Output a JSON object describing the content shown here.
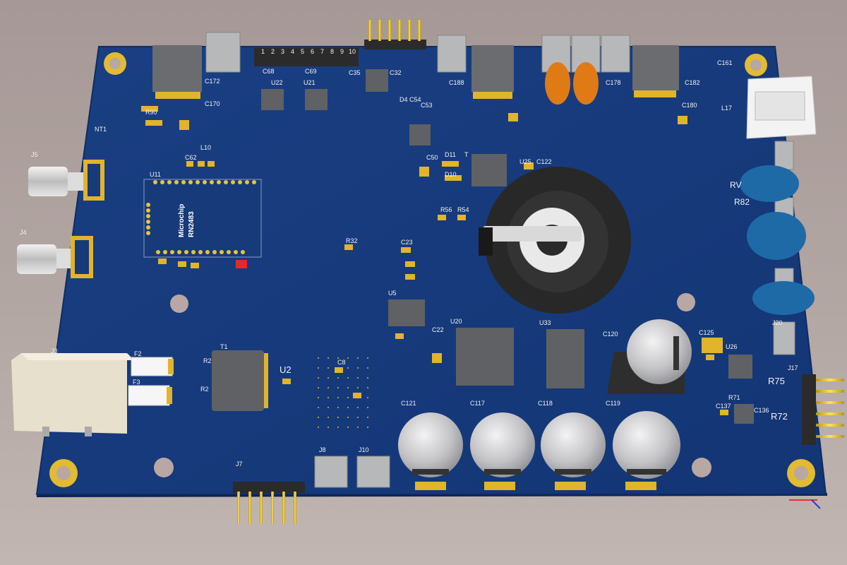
{
  "scene": {
    "colors": {
      "board": "#173a7a",
      "board_edge": "#0e2c62",
      "gold": "#e0b62a",
      "ic": "#5f6164",
      "cap_body": "#c9c9cb",
      "cap_band": "#333333",
      "connector_white": "#e8e2cf",
      "inductor_orange": "#e07a14",
      "varistor_blue": "#1e6aa6",
      "coin_holder": "#2a2a2a"
    }
  },
  "labels": {
    "nt1": "NT1",
    "j5": "J5",
    "j4": "J4",
    "u11": "U11",
    "module_line1": "Microchip",
    "module_line2": "RN2483",
    "l10": "L10",
    "c62": "C62",
    "c68": "C68",
    "c69": "C69",
    "c35": "C35",
    "c32": "C32",
    "c50": "C50",
    "c54": "C54",
    "c53": "C53",
    "d4": "D4",
    "d11": "D11",
    "d10": "D10",
    "t1_top": "T",
    "u25": "U25",
    "c122": "C122",
    "u22": "U22",
    "u21": "U21",
    "c170": "C170",
    "c172": "C172",
    "r90": "R90",
    "c188": "C188",
    "c178": "C178",
    "c180": "C180",
    "c182": "C182",
    "c161": "C161",
    "l17": "L17",
    "r56": "R56",
    "r54": "R54",
    "r32": "R32",
    "c23": "C23",
    "c22": "C22",
    "u5": "U5",
    "u20": "U20",
    "u33": "U33",
    "c120": "C120",
    "c125": "C125",
    "u26": "U26",
    "j17": "J17",
    "j20": "J20",
    "r75": "R75",
    "r72": "R72",
    "c136": "C136",
    "c137": "C137",
    "r71": "R71",
    "rv": "RV",
    "r82": "R82",
    "t1": "T1",
    "u2": "U2",
    "c8": "C8",
    "f2": "F2",
    "f3": "F3",
    "j3": "J3",
    "r2a": "R2",
    "r2b": "R2",
    "j7": "J7",
    "j8": "J8",
    "j10": "J10",
    "c121": "C121",
    "c117": "C117",
    "c118": "C118",
    "c119": "C119",
    "pin_numbers": [
      "1",
      "2",
      "3",
      "4",
      "5",
      "6",
      "7",
      "8",
      "9",
      "10"
    ]
  }
}
